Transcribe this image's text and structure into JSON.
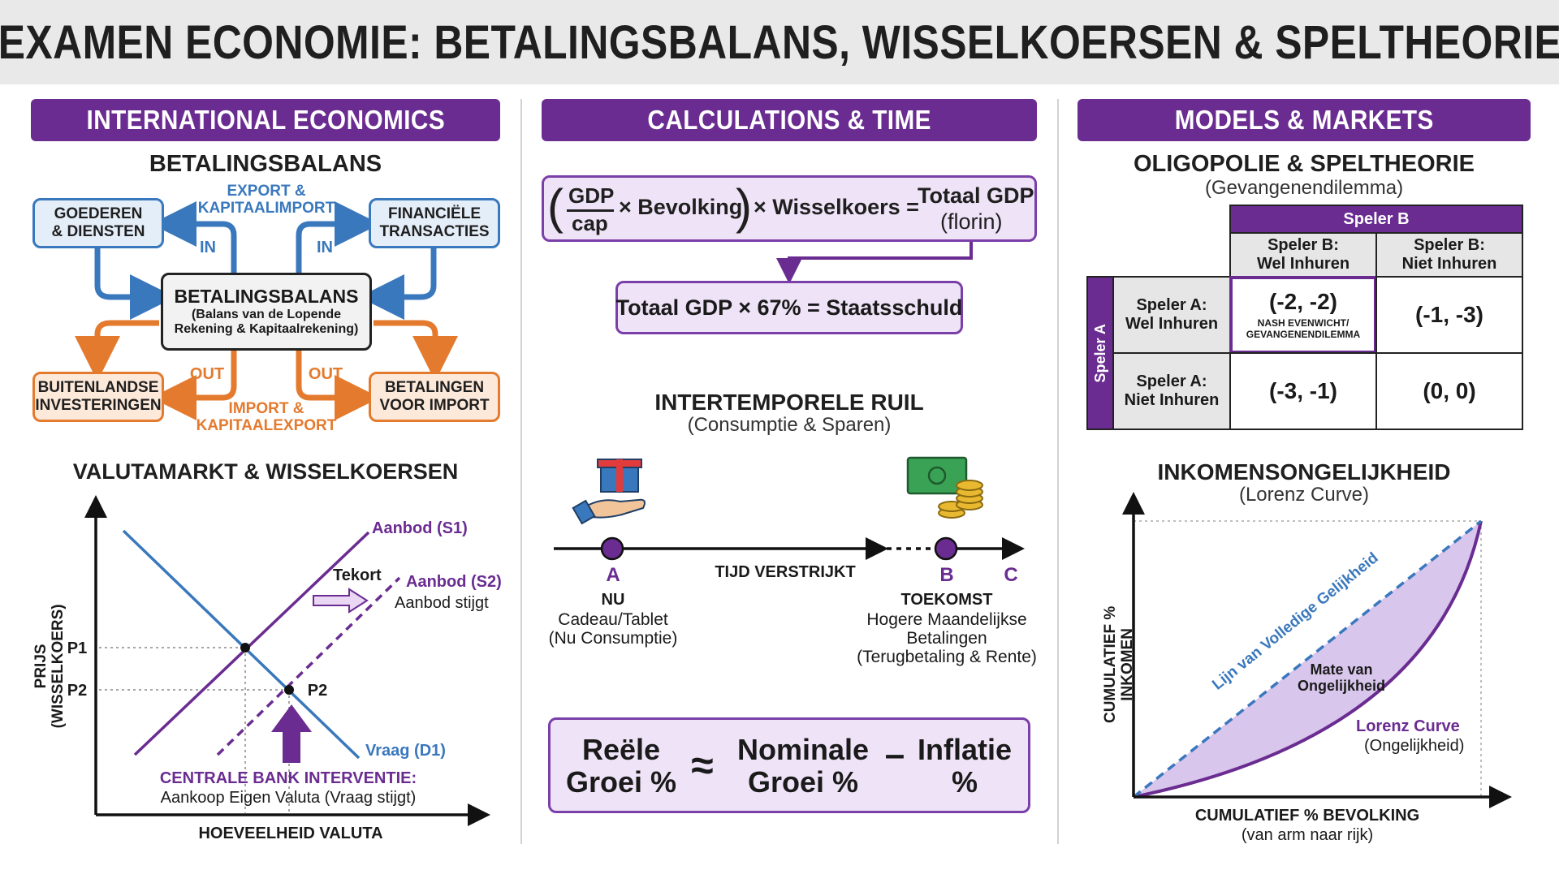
{
  "title": "EXAMEN ECONOMIE: BETALINGSBALANS, WISSELKOERSEN & SPELTHEORIE",
  "colors": {
    "purple": "#6a2c91",
    "blue": "#3a78bd",
    "orange": "#e47a2e",
    "lavender": "#efe3f7"
  },
  "sections": {
    "international": "INTERNATIONAL ECONOMICS",
    "calculations": "CALCULATIONS & TIME",
    "models": "MODELS & MARKETS"
  },
  "bop": {
    "title": "BETALINGSBALANS",
    "goods": "GOEDEREN\n& DIENSTEN",
    "financial": "FINANCIËLE\nTRANSACTIES",
    "center_title": "BETALINGSBALANS",
    "center_sub": "(Balans van de Lopende\nRekening & Kapitaalrekening)",
    "foreign_inv": "BUITENLANDSE\nINVESTERINGEN",
    "import_pay": "BETALINGEN\nVOOR IMPORT",
    "export_label": "EXPORT &\nKAPITAALIMPORT",
    "import_label": "IMPORT &\nKAPITAALEXPORT",
    "in": "IN",
    "out": "OUT"
  },
  "fx": {
    "title": "VALUTAMARKT & WISSELKOERSEN",
    "ylabel": "PRIJS (WISSELKOERS)",
    "xlabel": "HOEVEELHEID VALUTA",
    "s1": "Aanbod (S1)",
    "s2": "Aanbod (S2)",
    "d1": "Vraag (D1)",
    "shortage": "Tekort",
    "supply_up": "Aanbod stijgt",
    "p1": "P1",
    "p2": "P2",
    "p2_point": "P2",
    "cb_title": "CENTRALE BANK INTERVENTIE:",
    "cb_sub": "Aankoop Eigen Valuta (Vraag stijgt)"
  },
  "formula": {
    "frac_num": "GDP",
    "frac_den": "cap",
    "part1": "× Bevolking",
    "part2": "× Wisselkoers =",
    "result_top": "Totaal GDP",
    "result_bottom": "(florin)",
    "debt": "Totaal GDP × 67% = Staatsschuld"
  },
  "intertemporal": {
    "title": "INTERTEMPORELE RUIL",
    "sub": "(Consumptie & Sparen)",
    "time_label": "TIJD VERSTRIJKT",
    "point_a": "A",
    "point_b": "B",
    "point_c": "C",
    "now_title": "NU",
    "now_desc": "Cadeau/Tablet\n(Nu Consumptie)",
    "future_title": "TOEKOMST",
    "future_desc": "Hogere Maandelijkse\nBetalingen\n(Terugbetaling & Rente)"
  },
  "growth": {
    "real": "Reële\nGroei %",
    "approx": "≈",
    "nominal": "Nominale\nGroei %",
    "minus": "–",
    "inflation": "Inflatie\n%"
  },
  "game": {
    "title": "OLIGOPOLIE & SPELTHEORIE",
    "sub": "(Gevangenendilemma)",
    "player_b": "Speler B",
    "player_a": "Speler A",
    "b_hire": "Speler B:\nWel Inhuren",
    "b_nohire": "Speler B:\nNiet Inhuren",
    "a_hire": "Speler A:\nWel Inhuren",
    "a_nohire": "Speler A:\nNiet Inhuren",
    "c11": "(-2, -2)",
    "c11_note": "NASH EVENWICHT/\nGEVANGENENDILEMMA",
    "c12": "(-1, -3)",
    "c21": "(-3, -1)",
    "c22": "(0, 0)"
  },
  "lorenz": {
    "title": "INKOMENSONGELIJKHEID",
    "sub": "(Lorenz Curve)",
    "ylabel": "CUMULATIEF % INKOMEN",
    "xlabel": "CUMULATIEF % BEVOLKING",
    "xsub": "(van arm naar rijk)",
    "equality": "Lijn van Volledige Gelijkheid",
    "area": "Mate van\nOngelijkheid",
    "curve": "Lorenz Curve",
    "curve_sub": "(Ongelijkheid)"
  }
}
